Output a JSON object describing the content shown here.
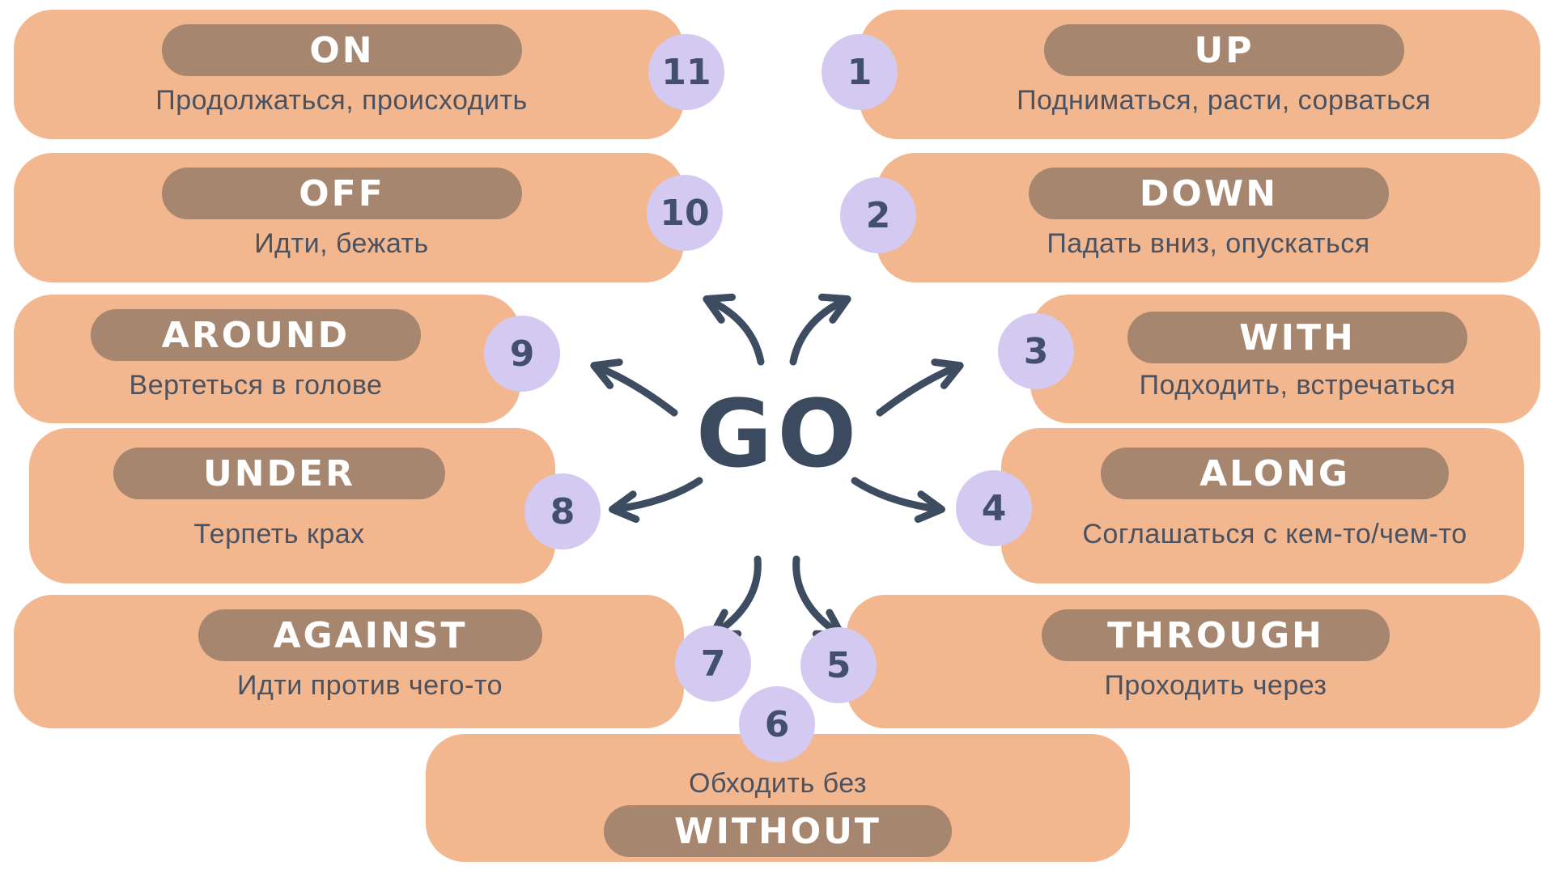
{
  "title": "GO phrasal verbs mind map",
  "center": {
    "verb": "GO"
  },
  "colors": {
    "background": "#ffffff",
    "card": "#f2b78e",
    "pill": "#a6866e",
    "pill_text": "#ffffff",
    "circle": "#d4c9f0",
    "number_text": "#43506b",
    "translation_text": "#4a5160",
    "arrow": "#3d4c60"
  },
  "cards": [
    {
      "number": "1",
      "preposition": "UP",
      "translation": "Подниматься, расти, сорваться"
    },
    {
      "number": "2",
      "preposition": "DOWN",
      "translation": "Падать вниз, опускаться"
    },
    {
      "number": "3",
      "preposition": "WITH",
      "translation": "Подходить, встречаться"
    },
    {
      "number": "4",
      "preposition": "ALONG",
      "translation": "Соглашаться с кем-то/чем-то"
    },
    {
      "number": "5",
      "preposition": "THROUGH",
      "translation": "Проходить через"
    },
    {
      "number": "6",
      "preposition": "WITHOUT",
      "translation": "Обходить без"
    },
    {
      "number": "7",
      "preposition": "AGAINST",
      "translation": "Идти против чего-то"
    },
    {
      "number": "8",
      "preposition": "UNDER",
      "translation": "Терпеть крах"
    },
    {
      "number": "9",
      "preposition": "AROUND",
      "translation": "Вертеться в голове"
    },
    {
      "number": "10",
      "preposition": "OFF",
      "translation": "Идти, бежать"
    },
    {
      "number": "11",
      "preposition": "ON",
      "translation": "Продолжаться, происходить"
    }
  ]
}
